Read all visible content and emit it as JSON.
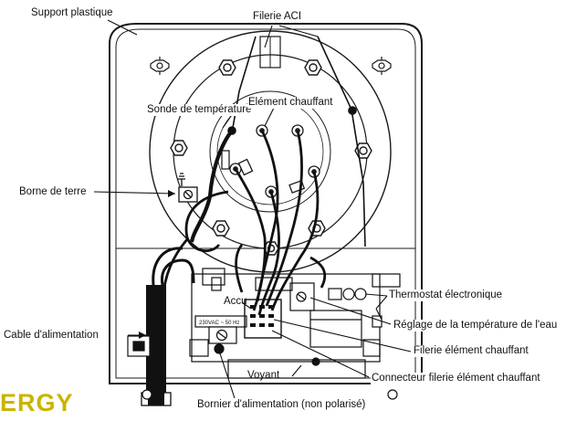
{
  "labels": {
    "support_plastique": "Support plastique",
    "filerie_aci": "Filerie ACI",
    "sonde_temperature": "Sonde de température",
    "element_chauffant": "Elément chauffant",
    "borne_terre": "Borne de terre",
    "cable_alimentation": "Cable d'alimentation",
    "accu": "Accu",
    "thermostat": "Thermostat électronique",
    "reglage_temperature": "Réglage de la température de l'eau",
    "filerie_element": "Filerie élément chauffant",
    "connecteur_filerie": "Connecteur filerie élément chauffant",
    "voyant": "Voyant",
    "bornier": "Bornier d'alimentation (non polarisé)",
    "voltage_marking": "230VAC ~ 50 Hz"
  },
  "brand_fragment": "ERGY"
}
